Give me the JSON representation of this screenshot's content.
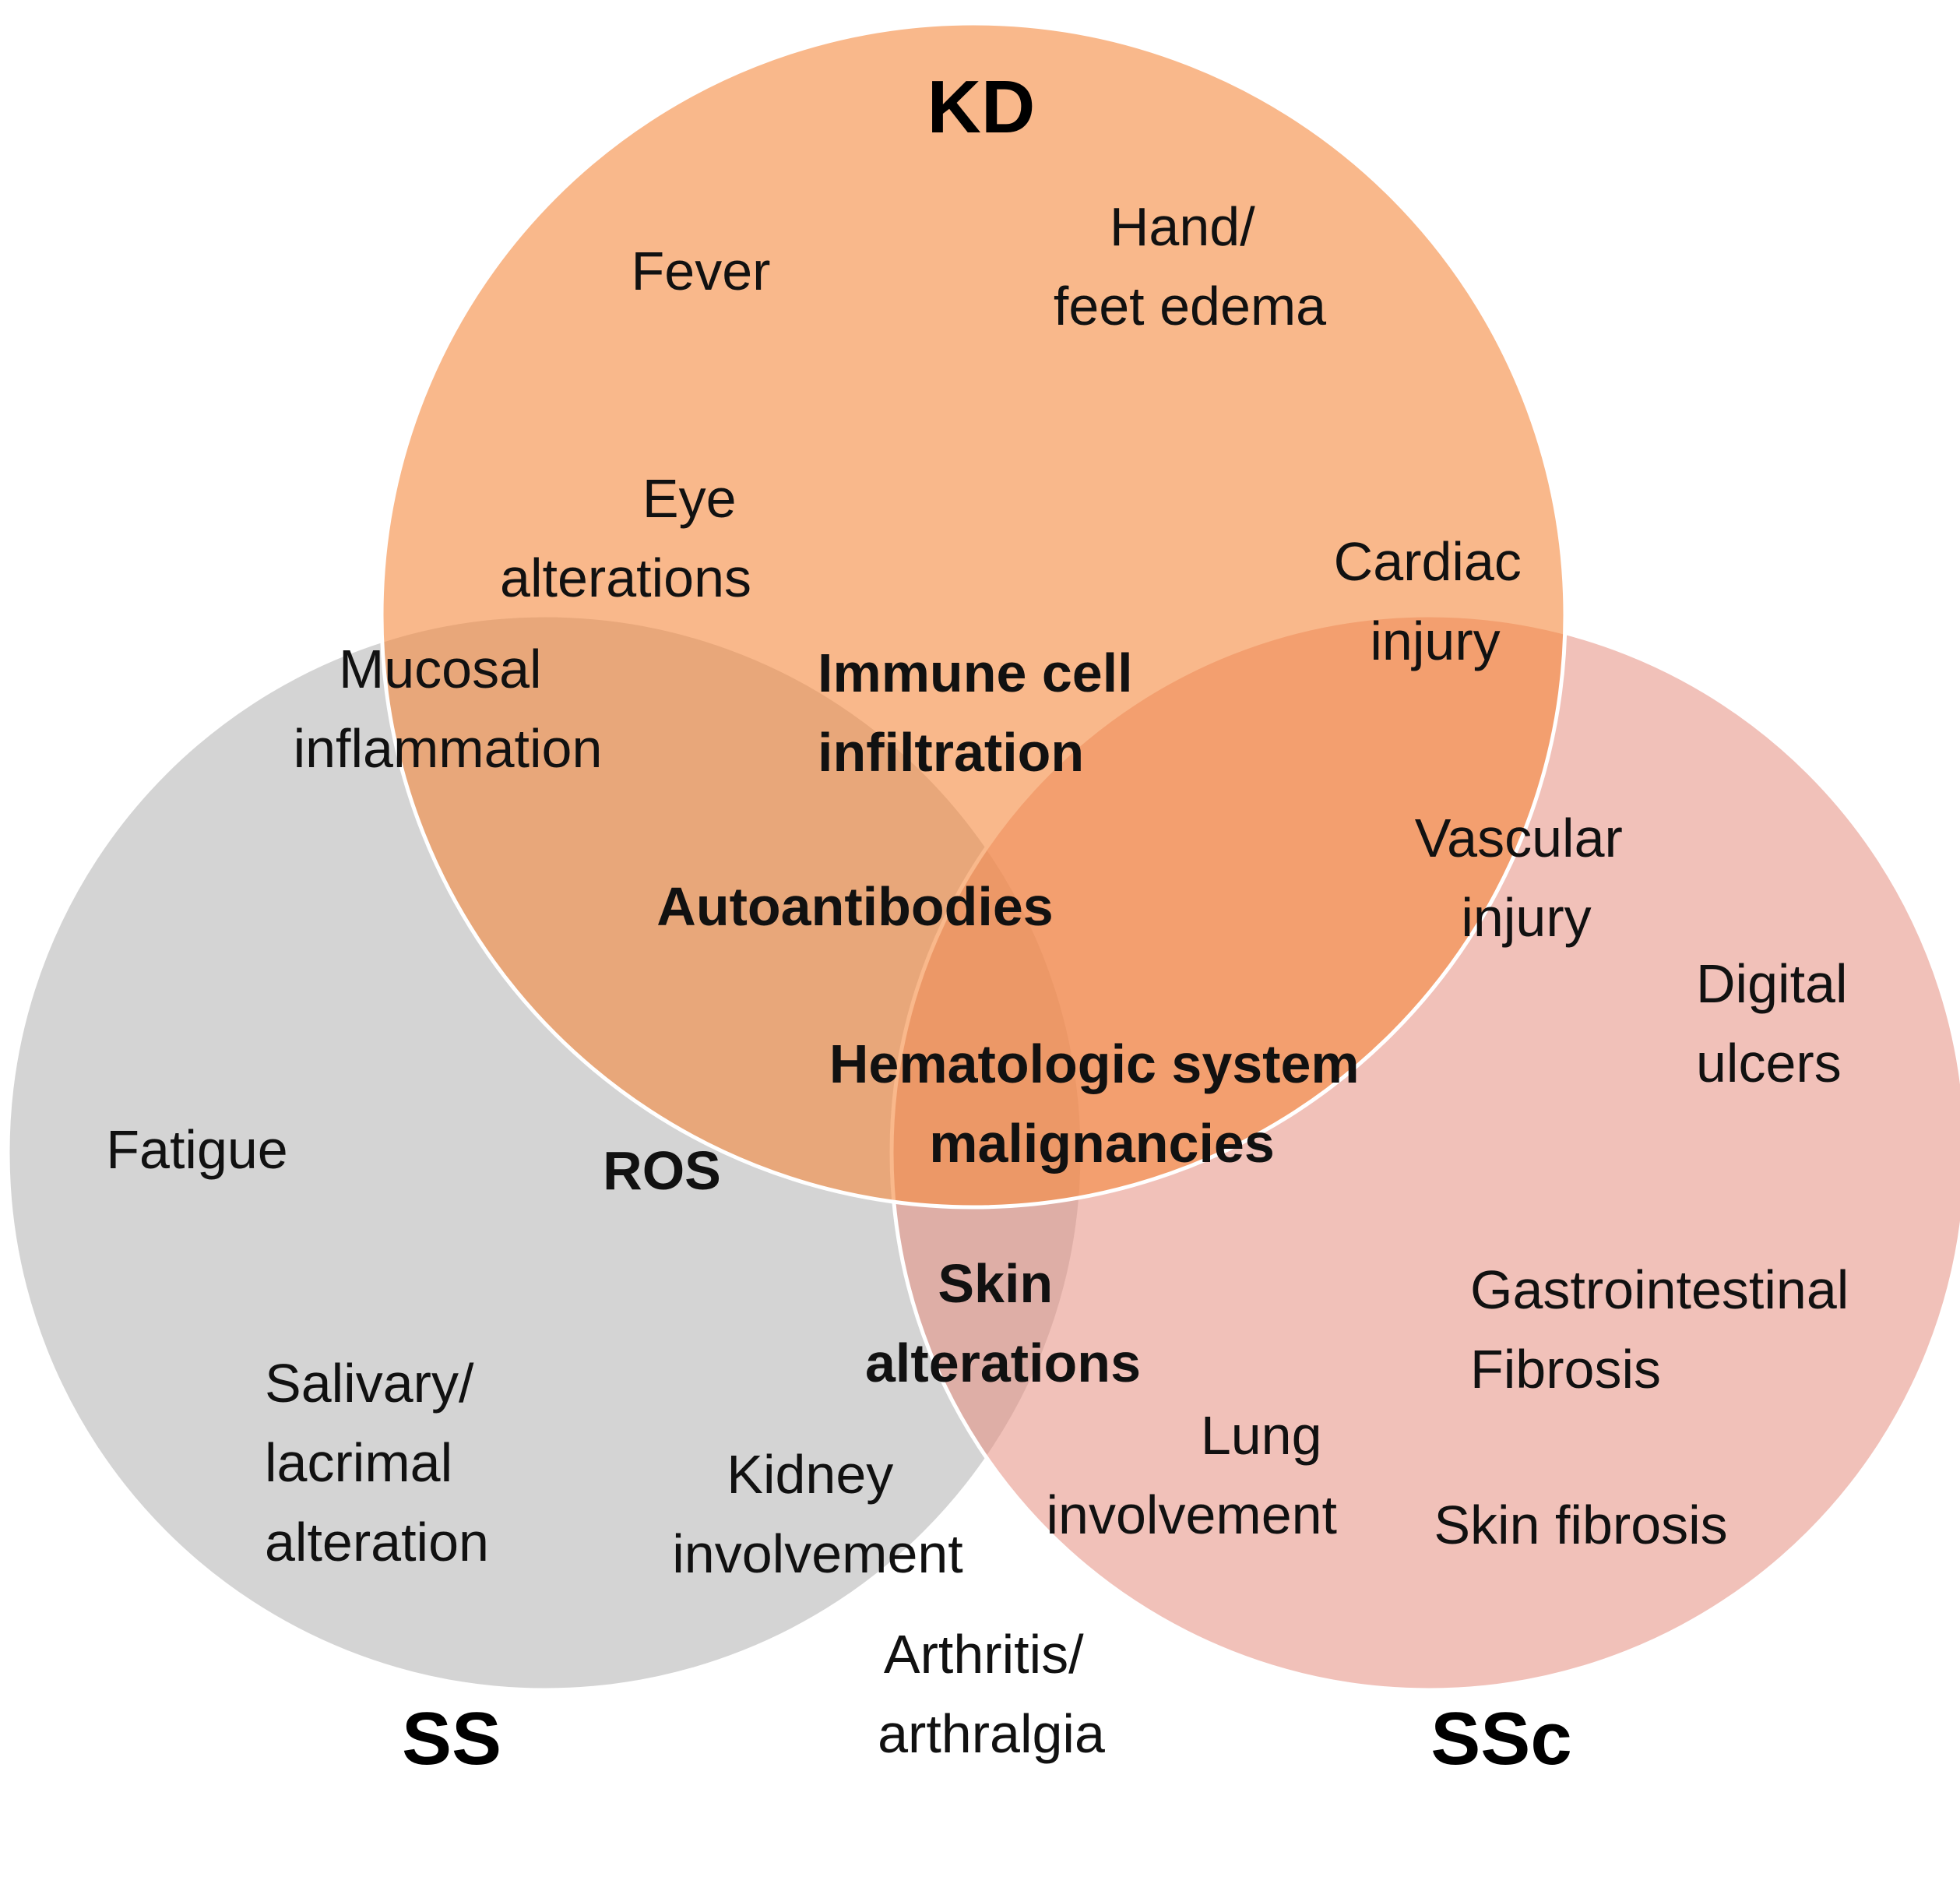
{
  "circles": {
    "kd": {
      "title": "KD",
      "color": "#F5893D",
      "opacity": 0.6
    },
    "ss": {
      "title": "SS",
      "color": "#BDBDBD",
      "opacity": 0.65
    },
    "ssc": {
      "title": "SSc",
      "color": "#E58E7F",
      "opacity": 0.55
    }
  },
  "labels": {
    "fever": "Fever",
    "hand_feet_edema": [
      "Hand/",
      "feet edema"
    ],
    "eye_alterations": [
      "Eye",
      "alterations"
    ],
    "mucosal_inflammation": [
      "Mucosal",
      "inflammation"
    ],
    "cardiac_injury": [
      "Cardiac",
      "injury"
    ],
    "vascular_injury": [
      "Vascular",
      "injury"
    ],
    "digital_ulcers": [
      "Digital",
      "ulcers"
    ],
    "immune_cell_infiltration": [
      "Immune cell",
      "infiltration"
    ],
    "autoantibodies": "Autoantibodies",
    "hematologic_malignancies": [
      "Hematologic system",
      "malignancies"
    ],
    "ros": "ROS",
    "skin_alterations": [
      "Skin",
      "alterations"
    ],
    "fatigue": "Fatigue",
    "gi_fibrosis": [
      "Gastrointestinal",
      "Fibrosis"
    ],
    "salivary_lacrimal": [
      "Salivary/",
      "lacrimal",
      "alteration"
    ],
    "kidney_involvement": [
      "Kidney",
      "involvement"
    ],
    "lung_involvement": [
      "Lung",
      "involvement"
    ],
    "skin_fibrosis": "Skin fibrosis",
    "arthritis_arthralgia": [
      "Arthritis/",
      "arthralgia"
    ]
  }
}
